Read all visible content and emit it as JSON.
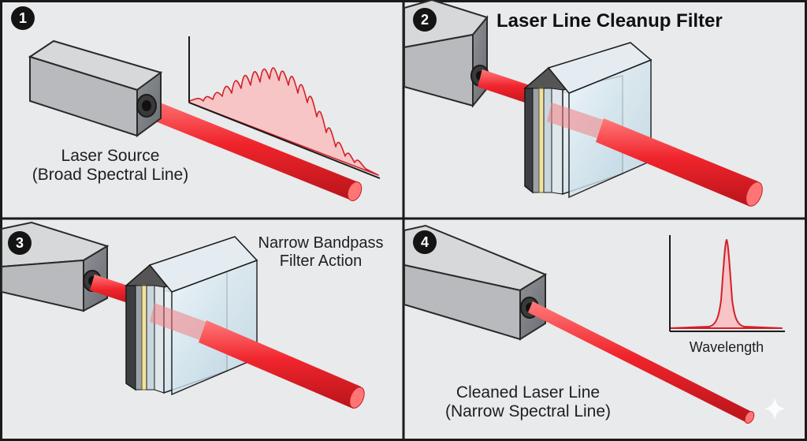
{
  "panels": [
    {
      "number": "1",
      "label_line1": "Laser Source",
      "label_line2": "(Broad Spectral Line)"
    },
    {
      "number": "2",
      "title": "Laser Line Cleanup Filter"
    },
    {
      "number": "3",
      "label_line1": "Narrow Bandpass",
      "label_line2": "Filter Action"
    },
    {
      "number": "4",
      "label_line1": "Cleaned Laser Line",
      "label_line2": "(Narrow Spectral Line)",
      "graph_axis_label": "Wavelength"
    }
  ],
  "colors": {
    "background": "#e8eaec",
    "border": "#1a1a1a",
    "beam": "#f0242c",
    "housing": "#b8babd",
    "spectrum_fill": "#f7c5c5"
  }
}
